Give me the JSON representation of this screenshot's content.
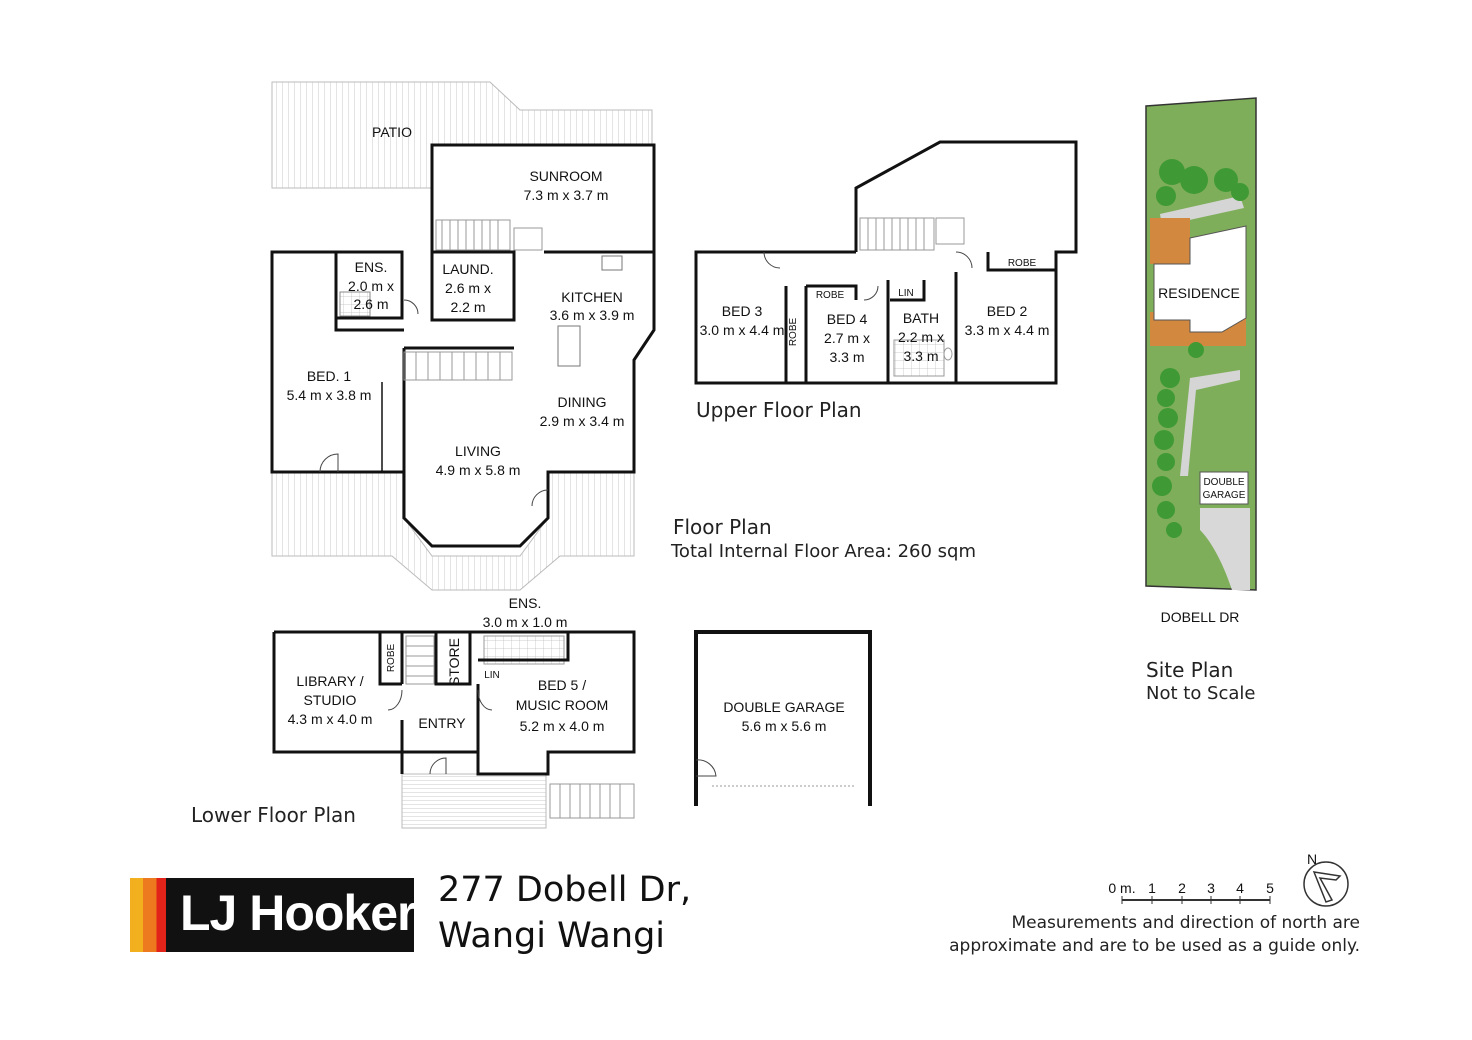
{
  "main_floor": {
    "patio": "PATIO",
    "sunroom": {
      "name": "SUNROOM",
      "dims": "7.3 m x 3.7 m"
    },
    "ens": {
      "name": "ENS.",
      "dims1": "2.0 m x",
      "dims2": "2.6 m"
    },
    "laund": {
      "name": "LAUND.",
      "dims1": "2.6 m x",
      "dims2": "2.2 m"
    },
    "kitchen": {
      "name": "KITCHEN",
      "dims": "3.6 m x 3.9 m"
    },
    "bed1": {
      "name": "BED. 1",
      "dims": "5.4 m x 3.8 m"
    },
    "dining": {
      "name": "DINING",
      "dims": "2.9 m x 3.4 m"
    },
    "living": {
      "name": "LIVING",
      "dims": "4.9 m x 5.8 m"
    }
  },
  "upper_floor": {
    "label": "Upper Floor Plan",
    "bed3": {
      "name": "BED 3",
      "dims": "3.0 m x 4.4 m"
    },
    "robe_v": "ROBE",
    "robe1": "ROBE",
    "bed4": {
      "name": "BED 4",
      "dims1": "2.7 m x",
      "dims2": "3.3 m"
    },
    "lin": "LIN",
    "bath": {
      "name": "BATH",
      "dims1": "2.2 m x",
      "dims2": "3.3 m"
    },
    "robe2": "ROBE",
    "bed2": {
      "name": "BED 2",
      "dims": "3.3 m x 4.4 m"
    }
  },
  "lower_floor": {
    "label": "Lower Floor Plan",
    "ens": {
      "name": "ENS.",
      "dims": "3.0 m x 1.0 m"
    },
    "library": {
      "name1": "LIBRARY /",
      "name2": "STUDIO",
      "dims": "4.3 m x 4.0 m"
    },
    "robe": "ROBE",
    "store": "STORE",
    "lin": "LIN",
    "entry": "ENTRY",
    "bed5": {
      "name1": "BED 5 /",
      "name2": "MUSIC ROOM",
      "dims": "5.2 m x 4.0 m"
    }
  },
  "garage": {
    "name": "DOUBLE GARAGE",
    "dims": "5.6 m x 5.6 m"
  },
  "floor_plan": {
    "title": "Floor Plan",
    "area": "Total Internal Floor Area: 260 sqm"
  },
  "site_plan": {
    "residence": "RESIDENCE",
    "garage1": "DOUBLE",
    "garage2": "GARAGE",
    "street": "DOBELL DR",
    "title": "Site Plan",
    "subtitle": "Not to Scale"
  },
  "scale": {
    "ticks": [
      "0 m.",
      "1",
      "2",
      "3",
      "4",
      "5"
    ],
    "north": "N"
  },
  "address": {
    "line1": "277 Dobell Dr,",
    "line2": "Wangi Wangi"
  },
  "disclaimer": {
    "line1": "Measurements and direction of north are",
    "line2": "approximate and are to be used as a guide only."
  },
  "logo": {
    "text": "LJ Hooker"
  },
  "colors": {
    "wall": "#111111",
    "lawn": "#7fae5a",
    "tree": "#3f9a35",
    "deck": "#d2883f",
    "brand_black": "#111111"
  }
}
